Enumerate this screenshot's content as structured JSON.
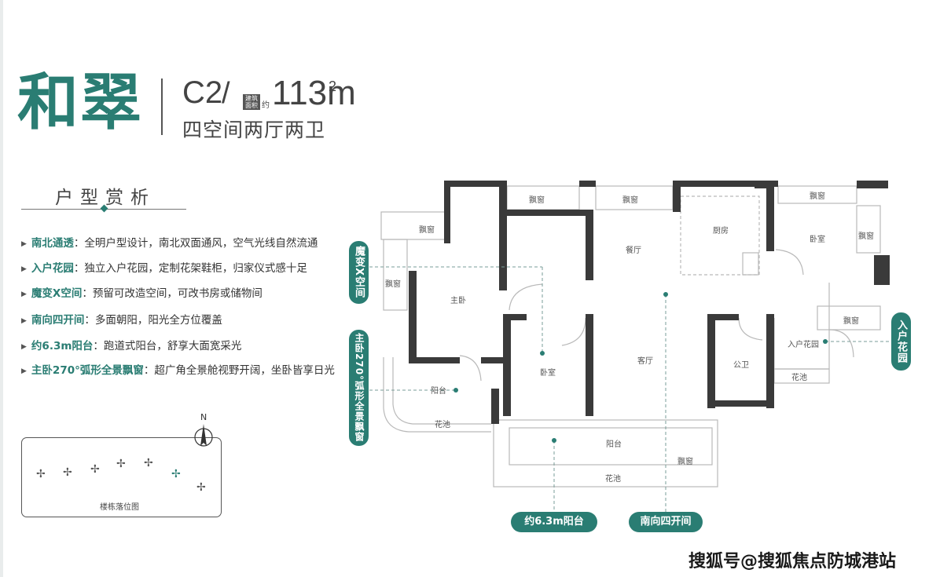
{
  "header": {
    "brand": "和翠",
    "code": "C2",
    "slash": "/",
    "area_tag": "建筑面积",
    "approx": "约",
    "area_value": "113m",
    "area_sup": "2",
    "layout": "四空间两厅两卫"
  },
  "analysis": {
    "title": "户型赏析",
    "features": [
      {
        "key": "南北通透",
        "desc": "：全明户型设计，南北双面通风，空气光线自然流通"
      },
      {
        "key": "入户花园",
        "desc": "：独立入户花园，定制花架鞋柜，归家仪式感十足"
      },
      {
        "key": "魔变X空间",
        "desc": "：预留可改造空间，可改书房或储物间"
      },
      {
        "key": "南向四开间",
        "desc": "：多面朝阳，阳光全方位覆盖"
      },
      {
        "key": "约6.3m阳台",
        "desc": "：跑道式阳台，舒享大面宽采光"
      },
      {
        "key": "主卧270°弧形全景飘窗",
        "desc": "：超广角全景舱视野开阔，坐卧皆享日光"
      }
    ]
  },
  "site": {
    "north": "N",
    "caption": "楼栋落位图"
  },
  "plan": {
    "rooms": {
      "bay1": "飘窗",
      "bay2": "飘窗",
      "bay3": "飘窗",
      "bay4": "飘窗",
      "bay5": "飘窗",
      "bay6": "飘窗",
      "bay7": "飘窗",
      "bay8": "飘窗",
      "dining": "餐厅",
      "kitchen": "厨房",
      "bedroom_ne": "卧室",
      "master": "主卧",
      "bedroom_s": "卧室",
      "living": "客厅",
      "bath": "公卫",
      "entry_garden": "入户花园",
      "balcony_w": "阳台",
      "balcony_s": "阳台",
      "planter_w": "花池",
      "planter_s": "花池",
      "planter_e": "花池"
    },
    "tags": {
      "magic": "魔变X空间",
      "master_window": "主卧270°弧形全景飘窗",
      "entry": "入户花园",
      "balcony": "约6.3m阳台",
      "south": "南向四开间"
    }
  },
  "watermark": "搜狐号@搜狐焦点防城港站",
  "colors": {
    "accent": "#2a7d73",
    "wall": "#3a3a3a"
  }
}
